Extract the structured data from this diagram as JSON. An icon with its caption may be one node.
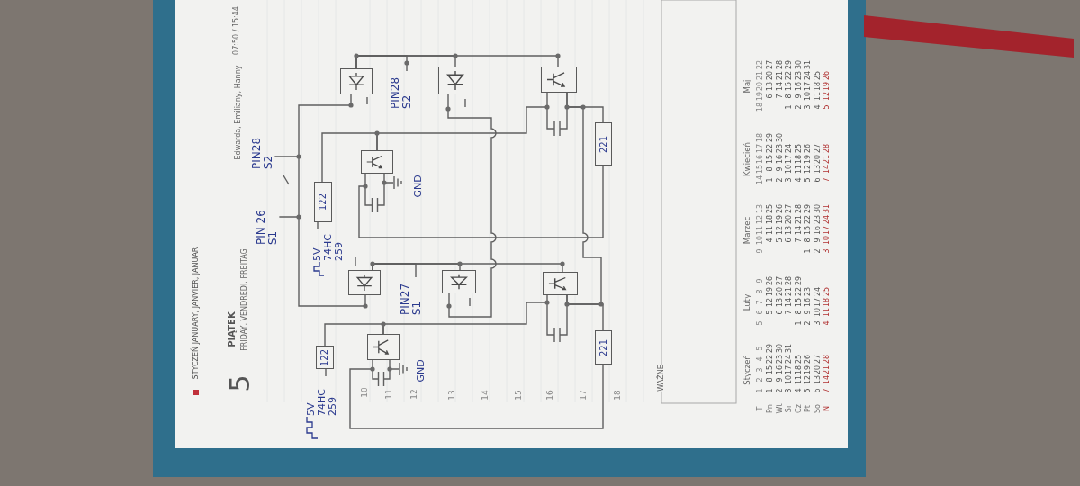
{
  "diagram": {
    "nodes": [
      {
        "text": [
          "PIN28 S2"
        ]
      },
      {
        "text": [
          "PIN 26 S1"
        ]
      },
      {
        "text": [
          "5V 74HC 259"
        ]
      },
      {
        "text": [
          "5V 74HC 259"
        ]
      },
      {
        "text": [
          "122"
        ]
      },
      {
        "text": [
          "122"
        ]
      },
      {
        "text": [],
        "shape": "box"
      },
      {
        "text": [],
        "shape": "box"
      },
      {
        "text": [],
        "shape": "box"
      },
      {
        "text": [],
        "shape": "box"
      },
      {
        "text": [
          "PIN28 S2"
        ]
      },
      {
        "text": [
          "PIN27 S1"
        ]
      },
      {
        "text": [],
        "shape": "box"
      },
      {
        "text": [],
        "shape": "box"
      },
      {
        "text": [],
        "shape": "box"
      },
      {
        "text": [],
        "shape": "box"
      },
      {
        "text": [
          "221"
        ]
      },
      {
        "text": [
          "221"
        ]
      }
    ],
    "edges": [
      {
        "from": 2,
        "to": 5,
        "arrow": "none"
      },
      {
        "from": 3,
        "to": 4,
        "arrow": "none"
      },
      {
        "from": 0,
        "to": 6,
        "arrow": "none"
      },
      {
        "from": 1,
        "to": 7,
        "arrow": "none"
      },
      {
        "from": 4,
        "to": 8,
        "arrow": "none"
      },
      {
        "from": 5,
        "to": 9,
        "arrow": "none"
      },
      {
        "from": 10,
        "to": 6,
        "arrow": "none"
      },
      {
        "from": 11,
        "to": 7,
        "arrow": "none"
      },
      {
        "from": 6,
        "to": 12,
        "arrow": "none"
      },
      {
        "from": 6,
        "to": 14,
        "arrow": "none"
      },
      {
        "from": 7,
        "to": 13,
        "arrow": "none"
      },
      {
        "from": 7,
        "to": 15,
        "arrow": "none"
      },
      {
        "from": 8,
        "to": 14,
        "arrow": "none"
      },
      {
        "from": 9,
        "to": 15,
        "arrow": "none"
      },
      {
        "from": 12,
        "to": 13,
        "arrow": "none"
      },
      {
        "from": 8,
        "to": 16,
        "arrow": "none"
      },
      {
        "from": 16,
        "to": 14,
        "arrow": "none"
      },
      {
        "from": 9,
        "to": 17,
        "arrow": "none"
      },
      {
        "from": 17,
        "to": 15,
        "arrow": "none"
      },
      {
        "from": 14,
        "to": 15,
        "arrow": "none"
      }
    ],
    "labels": [
      "STYCZEŃ JANUARY, JANVIER, JANUAR",
      "5",
      "PIĄTEK",
      "FRIDAY, VENDREDI, FREITAG",
      "Edwarda, Emiliany, Hanny",
      "07:50 / 15:44",
      "10",
      "11",
      "12",
      "GND",
      "GND",
      "13",
      "14",
      "15",
      "16",
      "17",
      "18",
      "WAŻNE",
      "Styczeń",
      "Luty",
      "Marzec",
      "Kwiecień",
      "Maj",
      "T",
      "Pn",
      "Wt",
      "Śr",
      "Cz",
      "Pt",
      "So",
      "N",
      "1",
      "2",
      "3",
      "4",
      "5",
      "1",
      "8",
      "15",
      "22",
      "29",
      "2",
      "9",
      "16",
      "23",
      "30",
      "3",
      "10",
      "17",
      "24",
      "31",
      "4",
      "11",
      "18",
      "25",
      "5",
      "12",
      "19",
      "26",
      "6",
      "13",
      "20",
      "27",
      "7",
      "14",
      "21",
      "28",
      "5",
      "6",
      "7",
      "8",
      "9",
      "5",
      "12",
      "19",
      "26",
      "6",
      "13",
      "20",
      "27",
      "7",
      "14",
      "21",
      "28",
      "1",
      "8",
      "15",
      "22",
      "29",
      "2",
      "9",
      "16",
      "23",
      "3",
      "10",
      "17",
      "24",
      "4",
      "11",
      "18",
      "25",
      "9",
      "10",
      "11",
      "12",
      "13",
      "4",
      "11",
      "18",
      "25",
      "5",
      "12",
      "19",
      "26",
      "6",
      "13",
      "20",
      "27",
      "7",
      "14",
      "21",
      "28",
      "1",
      "8",
      "15",
      "22",
      "29",
      "2",
      "9",
      "16",
      "23",
      "30",
      "3",
      "10",
      "17",
      "24",
      "31",
      "14",
      "15",
      "16",
      "17",
      "18",
      "1",
      "8",
      "15",
      "22",
      "29",
      "2",
      "9",
      "16",
      "23",
      "30",
      "3",
      "10",
      "17",
      "24",
      "4",
      "11",
      "18",
      "25",
      "5",
      "12",
      "19",
      "26",
      "6",
      "13",
      "20",
      "27",
      "7",
      "14",
      "21",
      "28",
      "18",
      "19",
      "20",
      "21",
      "22",
      "6",
      "13",
      "20",
      "27",
      "7",
      "14",
      "21",
      "28",
      "1",
      "8",
      "15",
      "22",
      "29",
      "2",
      "9",
      "16",
      "23",
      "30",
      "3",
      "10",
      "17",
      "24",
      "31",
      "4",
      "11",
      "18",
      "25",
      "5",
      "12",
      "19",
      "26"
    ]
  }
}
